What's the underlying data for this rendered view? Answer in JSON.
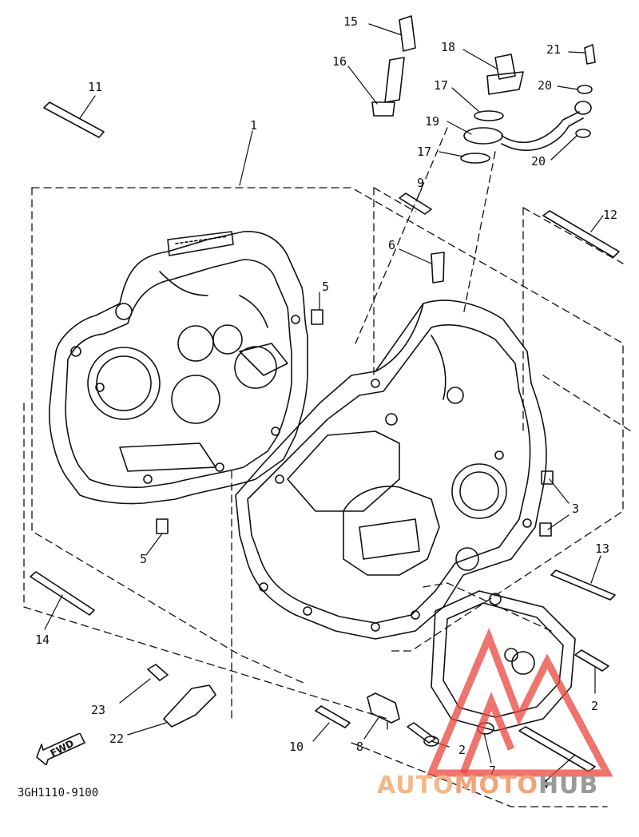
{
  "diagram": {
    "part_code": "3GH1110-9100",
    "fwd_label": "FWD",
    "callouts": [
      {
        "id": "c15",
        "text": "15"
      },
      {
        "id": "c16",
        "text": "16"
      },
      {
        "id": "c18",
        "text": "18"
      },
      {
        "id": "c21",
        "text": "21"
      },
      {
        "id": "c11",
        "text": "11"
      },
      {
        "id": "c17a",
        "text": "17"
      },
      {
        "id": "c20a",
        "text": "20"
      },
      {
        "id": "c19",
        "text": "19"
      },
      {
        "id": "c17b",
        "text": "17"
      },
      {
        "id": "c20b",
        "text": "20"
      },
      {
        "id": "c1",
        "text": "1"
      },
      {
        "id": "c9",
        "text": "9"
      },
      {
        "id": "c12",
        "text": "12"
      },
      {
        "id": "c6",
        "text": "6"
      },
      {
        "id": "c5a",
        "text": "5"
      },
      {
        "id": "c3",
        "text": "3"
      },
      {
        "id": "c5b",
        "text": "5"
      },
      {
        "id": "c13",
        "text": "13"
      },
      {
        "id": "c14",
        "text": "14"
      },
      {
        "id": "c2a",
        "text": "2"
      },
      {
        "id": "c23",
        "text": "23"
      },
      {
        "id": "c22",
        "text": "22"
      },
      {
        "id": "c10",
        "text": "10"
      },
      {
        "id": "c8",
        "text": "8"
      },
      {
        "id": "c2b",
        "text": "2"
      },
      {
        "id": "c7",
        "text": "7"
      },
      {
        "id": "c4",
        "text": "4"
      }
    ]
  },
  "watermark": {
    "part1": "AUTO",
    "part2": "MOTO",
    "part3": "HUB",
    "color_light": "#f2b88a",
    "color_mid": "#f2a37a",
    "color_gray": "#9a9a9a",
    "color_red": "#e8453c"
  }
}
